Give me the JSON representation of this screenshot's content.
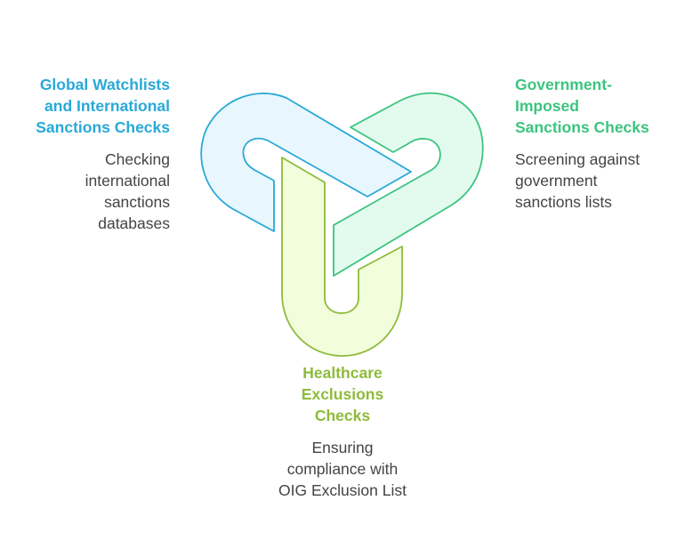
{
  "diagram": {
    "type": "interlocking-three-part",
    "colors": {
      "blue_stroke": "#29A9D8",
      "blue_fill": "#E8F7FD",
      "green_stroke": "#3CC47F",
      "green_fill": "#E3FBEF",
      "lime_stroke": "#8DBB3A",
      "lime_fill": "#F2FDDC",
      "desc_text": "#444444"
    },
    "items": [
      {
        "id": "global-watchlists",
        "title": "Global Watchlists\nand International\nSanctions Checks",
        "description": "Checking\ninternational\nsanctions\ndatabases",
        "color": "#29A9D8"
      },
      {
        "id": "government-imposed",
        "title": "Government-\nImposed\nSanctions Checks",
        "description": "Screening against\ngovernment\nsanctions lists",
        "color": "#3CC47F"
      },
      {
        "id": "healthcare-exclusions",
        "title": "Healthcare\nExclusions\nChecks",
        "description": "Ensuring\ncompliance with\nOIG Exclusion List",
        "color": "#8DBB3A"
      }
    ]
  }
}
